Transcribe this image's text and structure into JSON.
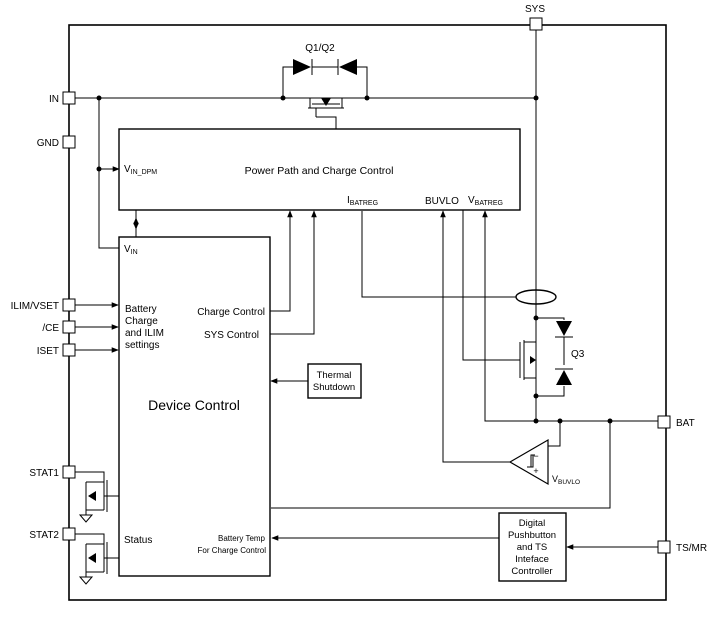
{
  "pins": {
    "sys": "SYS",
    "in": "IN",
    "gnd": "GND",
    "ilim": "ILIM/VSET",
    "ce": "/CE",
    "iset": "ISET",
    "stat1": "STAT1",
    "stat2": "STAT2",
    "bat": "BAT",
    "ts": "TS/MR"
  },
  "mosfet_labels": {
    "q1q2": "Q1/Q2",
    "q3": "Q3"
  },
  "power_path": {
    "title": "Power Path and Charge Control",
    "vin_dpm_main": "V",
    "vin_dpm_sub": "IN_DPM",
    "ibatreg_main": "I",
    "ibatreg_sub": "BATREG",
    "buvlo": "BUVLO",
    "vbatreg_main": "V",
    "vbatreg_sub": "BATREG"
  },
  "device_control": {
    "title": "Device Control",
    "vin_main": "V",
    "vin_sub": "IN",
    "battery_line1": "Battery",
    "battery_line2": "Charge",
    "battery_line3": "and ILIM",
    "battery_line4": "settings",
    "charge_control": "Charge Control",
    "sys_control": "SYS Control",
    "status": "Status",
    "battery_temp_line1": "Battery Temp",
    "battery_temp_line2": "For Charge Control"
  },
  "thermal": {
    "line1": "Thermal",
    "line2": "Shutdown"
  },
  "comparator": {
    "vbuvlo_main": "V",
    "vbuvlo_sub": "BUVLO"
  },
  "digital_pushbutton": {
    "line1": "Digital",
    "line2": "Pushbutton",
    "line3": "and TS",
    "line4": "Inteface",
    "line5": "Controller"
  }
}
